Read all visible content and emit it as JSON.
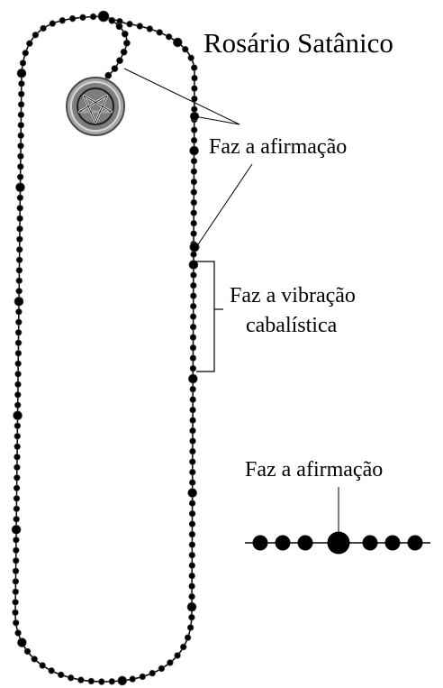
{
  "title": "Rosário Satânico",
  "labels": {
    "affirmation_top": "Faz a afirmação",
    "vibration_line1": "Faz a vibração",
    "vibration_line2": "cabalística",
    "affirmation_legend": "Faz a afirmação"
  },
  "pendant": {
    "symbol": "pentagram-icon"
  },
  "colors": {
    "ink": "#000000",
    "background": "#ffffff",
    "medal": "#8c8c8c"
  }
}
